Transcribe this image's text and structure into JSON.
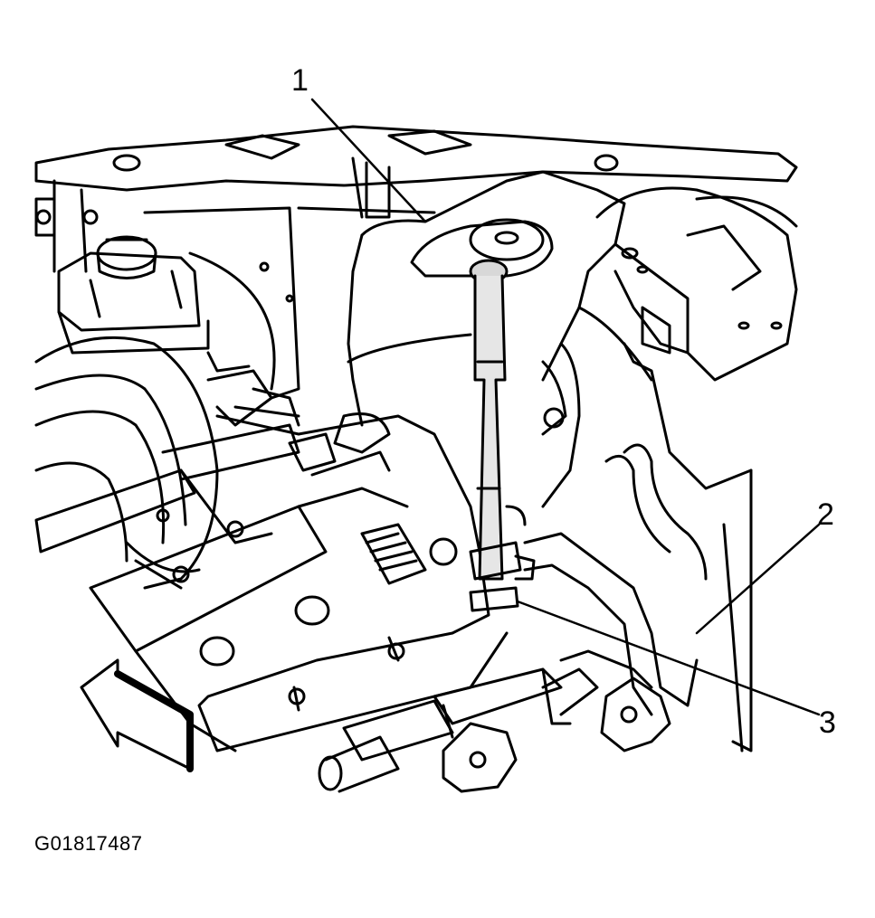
{
  "diagram": {
    "callouts": [
      {
        "label": "1",
        "part": "upper"
      },
      {
        "label": "2",
        "part": "right"
      },
      {
        "label": "3",
        "part": "lower"
      }
    ],
    "figure_id": "G01817487"
  }
}
